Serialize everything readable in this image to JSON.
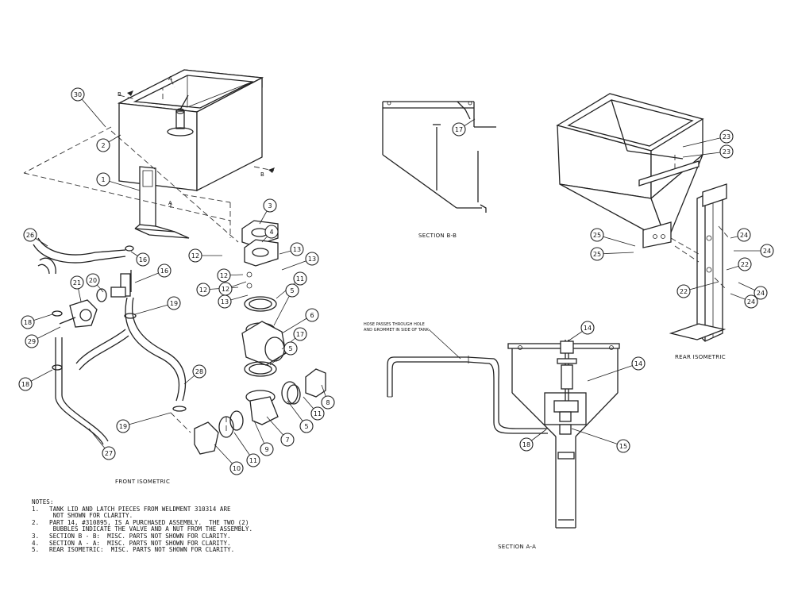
{
  "views": {
    "front_isometric": "FRONT ISOMETRIC",
    "section_b": "SECTION B-B",
    "section_a": "SECTION A-A",
    "rear_isometric": "REAR ISOMETRIC"
  },
  "cut_labels": {
    "a": "A",
    "b": "B"
  },
  "callout_text": [
    "HOSE PASSES THROUGH HOLE",
    "AND GROMMET IN SIDE OF TANK"
  ],
  "notes": {
    "heading": "NOTES:",
    "items": [
      {
        "num": "1.",
        "lines": [
          "TANK LID AND LATCH PIECES FROM WELDMENT 310314 ARE",
          " NOT SHOWN FOR CLARITY."
        ]
      },
      {
        "num": "2.",
        "lines": [
          "PART 14, #310895, IS A PURCHASED ASSEMBLY.  THE TWO (2)",
          " BUBBLES INDICATE THE VALVE AND A NUT FROM THE ASSEMBLY."
        ]
      },
      {
        "num": "3.",
        "lines": [
          "SECTION B - B:  MISC. PARTS NOT SHOWN FOR CLARITY."
        ]
      },
      {
        "num": "4.",
        "lines": [
          "SECTION A - A:  MISC. PARTS NOT SHOWN FOR CLARITY."
        ]
      },
      {
        "num": "5.",
        "lines": [
          "REAR ISOMETRIC:  MISC. PARTS NOT SHOWN FOR CLARITY."
        ]
      }
    ]
  },
  "balloons": {
    "front": [
      "30",
      "2",
      "1",
      "26",
      "16",
      "21",
      "20",
      "16",
      "18",
      "29",
      "18",
      "19",
      "28",
      "27",
      "19",
      "3",
      "4",
      "12",
      "12",
      "13",
      "12",
      "13",
      "12",
      "13",
      "11",
      "5",
      "6",
      "17",
      "5",
      "8",
      "11",
      "5",
      "7",
      "9",
      "11",
      "10"
    ],
    "section_b": [
      "17"
    ],
    "section_a": [
      "14",
      "14",
      "18",
      "15"
    ],
    "rear": [
      "23",
      "23",
      "25",
      "25",
      "24",
      "24",
      "22",
      "22",
      "24",
      "24"
    ]
  }
}
